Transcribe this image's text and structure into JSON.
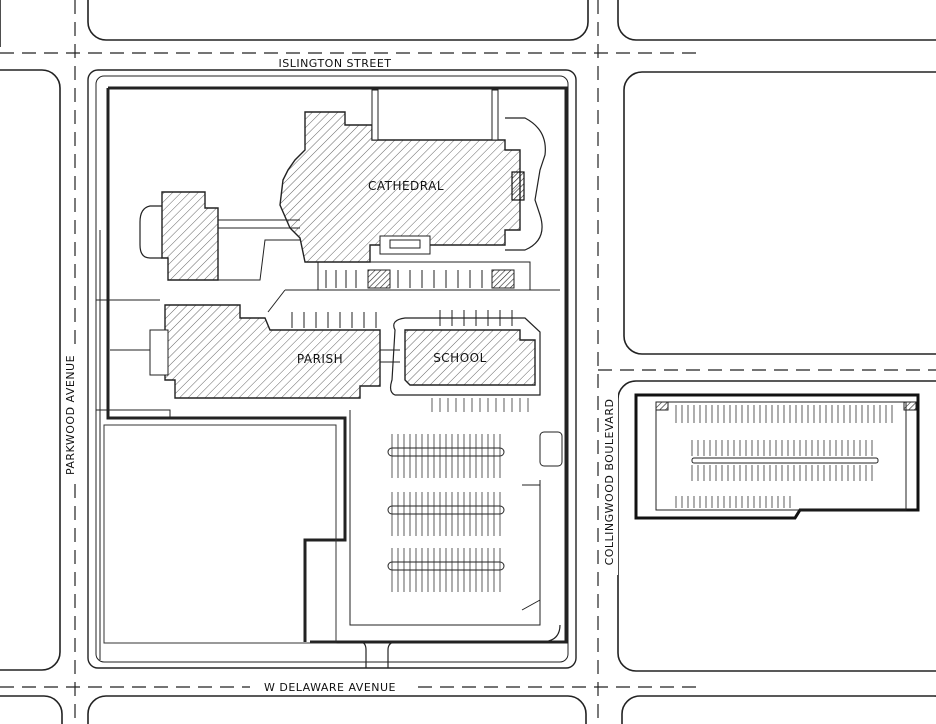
{
  "streets": {
    "north": "ISLINGTON STREET",
    "south": "W DELAWARE AVENUE",
    "west": "PARKWOOD AVENUE",
    "east": "COLLINGWOOD BOULEVARD"
  },
  "buildings": {
    "cathedral": "CATHEDRAL",
    "parish": "PARISH",
    "school": "SCHOOL"
  },
  "colors": {
    "ink": "#111111",
    "hatch": "#555555",
    "paper": "#ffffff"
  }
}
